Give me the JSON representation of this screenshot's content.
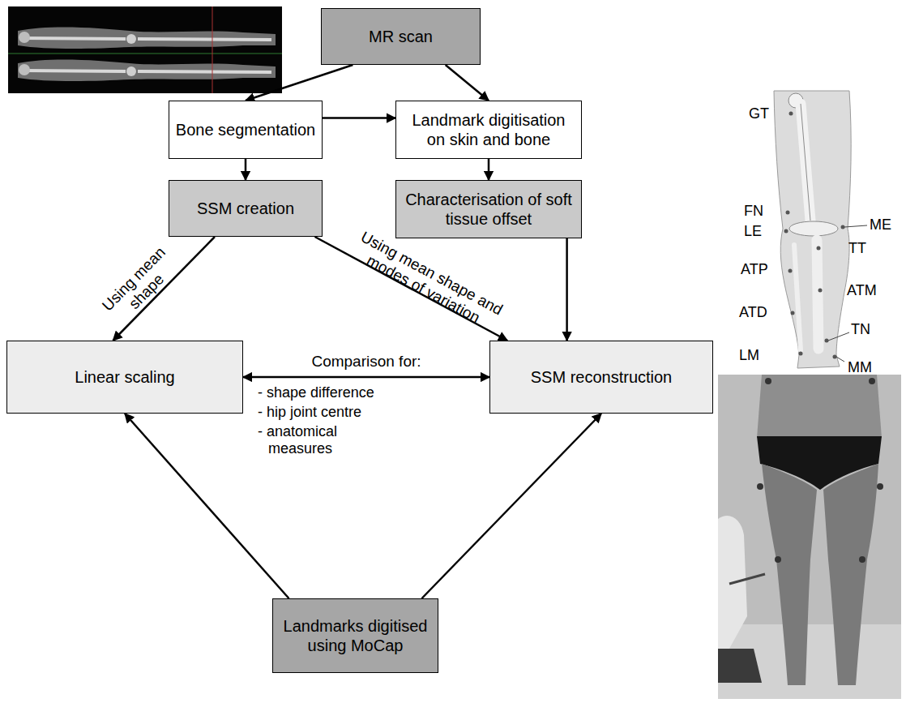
{
  "diagram": {
    "nodes": [
      {
        "text": [
          "MR scan"
        ]
      },
      {
        "text": [
          "Bone segmentation"
        ]
      },
      {
        "text": [
          "Landmark digitisation on skin and bone"
        ]
      },
      {
        "text": [
          "SSM creation"
        ]
      },
      {
        "text": [
          "Characterisation of soft tissue offset"
        ]
      },
      {
        "text": [
          "Linear scaling"
        ]
      },
      {
        "text": [
          "SSM reconstruction"
        ]
      },
      {
        "text": [
          "Landmarks digitised using MoCap"
        ]
      }
    ],
    "edges": [
      {
        "from": 0,
        "to": 1,
        "arrow": "to"
      },
      {
        "from": 0,
        "to": 2,
        "arrow": "to"
      },
      {
        "from": 1,
        "to": 2,
        "arrow": "to"
      },
      {
        "from": 1,
        "to": 3,
        "arrow": "to"
      },
      {
        "from": 2,
        "to": 4,
        "arrow": "to"
      },
      {
        "from": 3,
        "to": 5,
        "label": "Using mean shape",
        "arrow": "to"
      },
      {
        "from": 3,
        "to": 6,
        "label": "Using mean shape and modes of variation",
        "arrow": "to"
      },
      {
        "from": 4,
        "to": 6,
        "arrow": "to"
      },
      {
        "from": 5,
        "to": 6,
        "label": "Comparison for:",
        "arrow": "both"
      },
      {
        "from": 7,
        "to": 5,
        "arrow": "to"
      },
      {
        "from": 7,
        "to": 6,
        "arrow": "to"
      }
    ],
    "labels": [
      "- shape difference",
      "- hip joint centre",
      "- anatomical measures",
      "GT",
      "FN",
      "LE",
      "ME",
      "TT",
      "ATP",
      "ATM",
      "ATD",
      "TN",
      "LM",
      "MM"
    ]
  }
}
